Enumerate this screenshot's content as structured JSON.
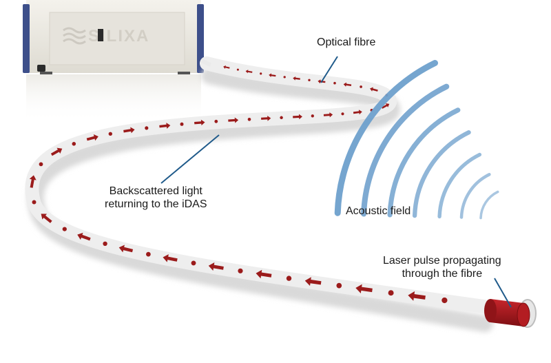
{
  "device": {
    "logo_text": "SILIXA"
  },
  "labels": {
    "optical_fibre": "Optical fibre",
    "backscattered": [
      "Backscattered light",
      "returning to the iDAS"
    ],
    "acoustic_field": "Acoustic field",
    "laser_pulse": [
      "Laser pulse propagating",
      "through the fibre"
    ]
  },
  "colors": {
    "fibre_body": "#f4f4f4",
    "fibre_shadow": "#d9d9d9",
    "arrow": "#9b1b1b",
    "laser_pulse": "#a3161c",
    "acoustic_wave": "#6ea0cc",
    "pointer_line": "#1f5a8a",
    "device_body": "#ece9e2",
    "device_frame": "#3d4f8a"
  }
}
